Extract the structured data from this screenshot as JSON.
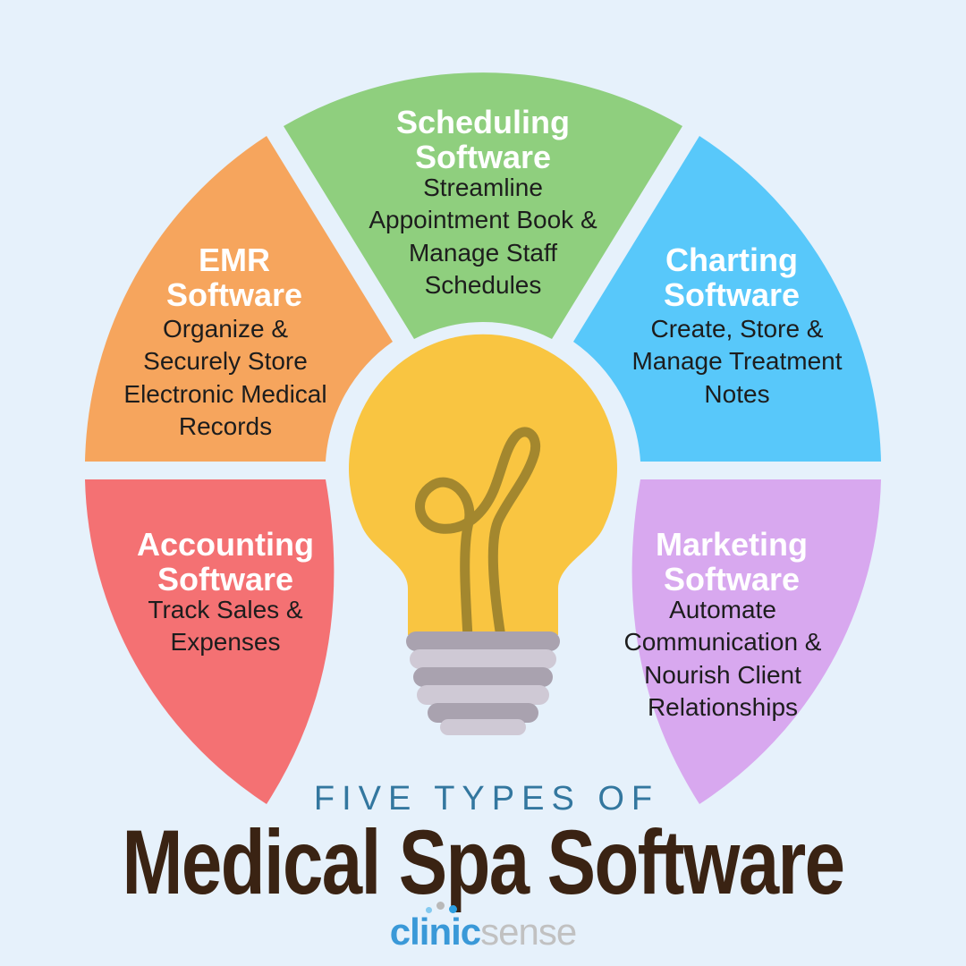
{
  "canvas": {
    "background_color": "#e6f1fb"
  },
  "segments": [
    {
      "id": "scheduling",
      "title": "Scheduling Software",
      "description": "Streamline Appointment Book & Manage Staff Schedules",
      "color": "#8fcf7e"
    },
    {
      "id": "emr",
      "title": "EMR Software",
      "description": "Organize & Securely Store Electronic Medical Records",
      "color": "#f6a55d"
    },
    {
      "id": "charting",
      "title": "Charting Software",
      "description": "Create, Store & Manage Treatment Notes",
      "color": "#58c8fa"
    },
    {
      "id": "accounting",
      "title": "Accounting Software",
      "description": "Track Sales & Expenses",
      "color": "#f47173"
    },
    {
      "id": "marketing",
      "title": "Marketing Software",
      "description": "Automate Communication & Nourish Client Relationships",
      "color": "#d8a8ef"
    }
  ],
  "bulb": {
    "icon": "lightbulb-icon",
    "glass_color": "#f9c541",
    "filament_color": "#a3872e",
    "base_dark_color": "#a9a2af",
    "base_light_color": "#cfc9d5"
  },
  "footer": {
    "kicker": "FIVE TYPES OF",
    "kicker_color": "#33779f",
    "headline": "Medical Spa Software",
    "headline_color": "#3a2313"
  },
  "logo": {
    "first": "clinic",
    "second": "sense",
    "first_color": "#3a99d8",
    "second_color": "#c1c1c1",
    "dot_colors": [
      "#85caf0",
      "#b9b9b9",
      "#2d9fe0"
    ]
  }
}
